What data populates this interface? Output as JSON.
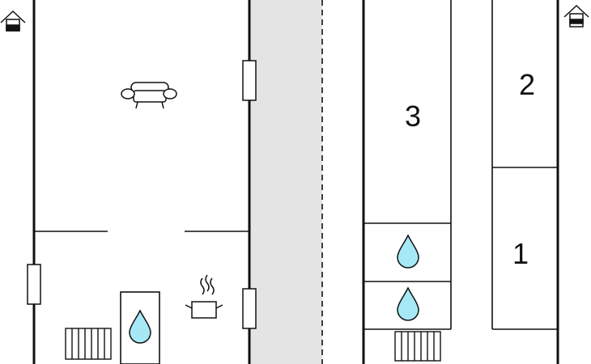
{
  "plan": {
    "left_unit": {
      "orientation_icon": "house-entrance-icon",
      "furniture": [
        "sofa-icon",
        "cooking-pot-icon",
        "radiator-icon",
        "water-drop-icon"
      ]
    },
    "right_unit": {
      "orientation_icon": "house-entrance-icon",
      "rooms": [
        {
          "number": "3"
        },
        {
          "number": "2"
        },
        {
          "number": "1"
        }
      ],
      "fixtures": [
        "water-drop-icon",
        "water-drop-icon",
        "radiator-icon"
      ]
    },
    "colors": {
      "wall": "#111111",
      "corridor": "#e4e4e4",
      "water": "#a6e8f6"
    }
  }
}
